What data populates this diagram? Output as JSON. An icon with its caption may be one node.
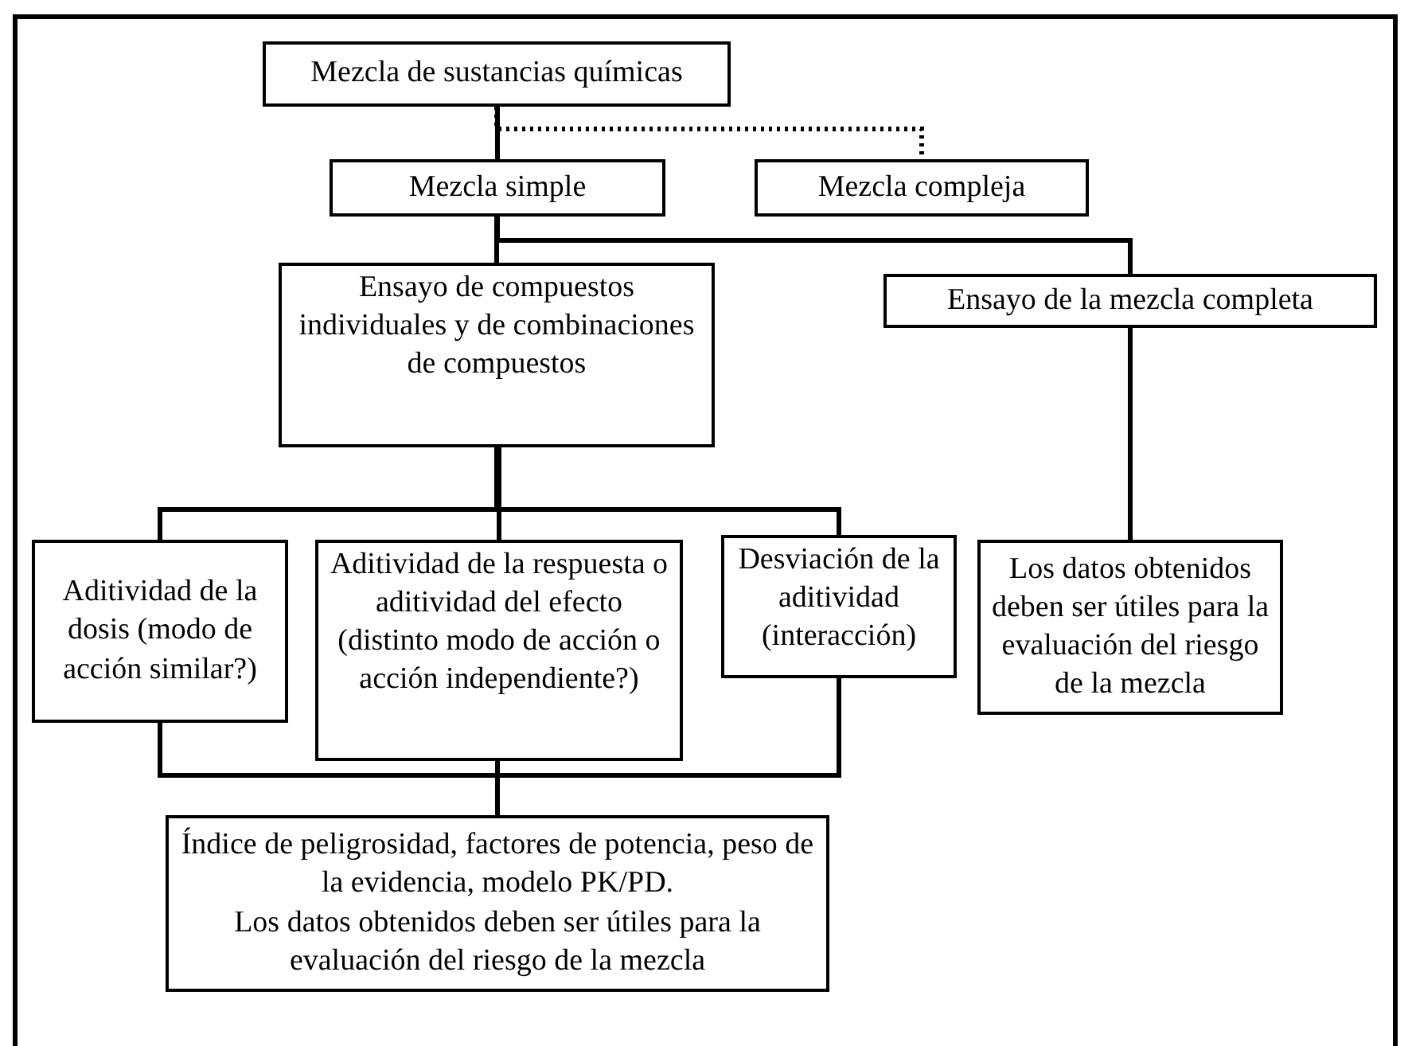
{
  "diagram": {
    "nodes": [
      {
        "text": [
          "Mezcla de sustancias químicas"
        ]
      },
      {
        "text": [
          "Mezcla simple"
        ]
      },
      {
        "text": [
          "Mezcla compleja"
        ]
      },
      {
        "text": [
          "Ensayo de compuestos individuales y de combinaciones de compuestos"
        ]
      },
      {
        "text": [
          "Ensayo de la mezcla completa"
        ]
      },
      {
        "text": [
          "Aditividad de la dosis (modo de acción similar?)"
        ]
      },
      {
        "text": [
          "Aditividad de la respuesta o aditividad del efecto (distinto modo de acción o acción independiente?)"
        ]
      },
      {
        "text": [
          "Desviación de la aditividad (interacción)"
        ]
      },
      {
        "text": [
          "Los datos obtenidos deben ser útiles para la evaluación del riesgo de la mezcla"
        ]
      },
      {
        "text": [
          "Índice de peligrosidad, factores de potencia, peso de la evidencia, modelo PK/PD.",
          "Los datos obtenidos deben ser útiles para la evaluación del riesgo de la mezcla"
        ]
      }
    ],
    "edges": [
      {
        "from": 0,
        "to": 1,
        "arrow": "none"
      },
      {
        "from": 0,
        "to": 2,
        "arrow": "none",
        "style": "dashed"
      },
      {
        "from": 1,
        "to": 3,
        "arrow": "none"
      },
      {
        "from": 1,
        "to": 4,
        "arrow": "none"
      },
      {
        "from": 3,
        "to": 5,
        "arrow": "none"
      },
      {
        "from": 3,
        "to": 6,
        "arrow": "none"
      },
      {
        "from": 3,
        "to": 7,
        "arrow": "none"
      },
      {
        "from": 4,
        "to": 8,
        "arrow": "none"
      },
      {
        "from": 5,
        "to": 9,
        "arrow": "none"
      },
      {
        "from": 6,
        "to": 9,
        "arrow": "none"
      },
      {
        "from": 7,
        "to": 9,
        "arrow": "none"
      }
    ]
  }
}
